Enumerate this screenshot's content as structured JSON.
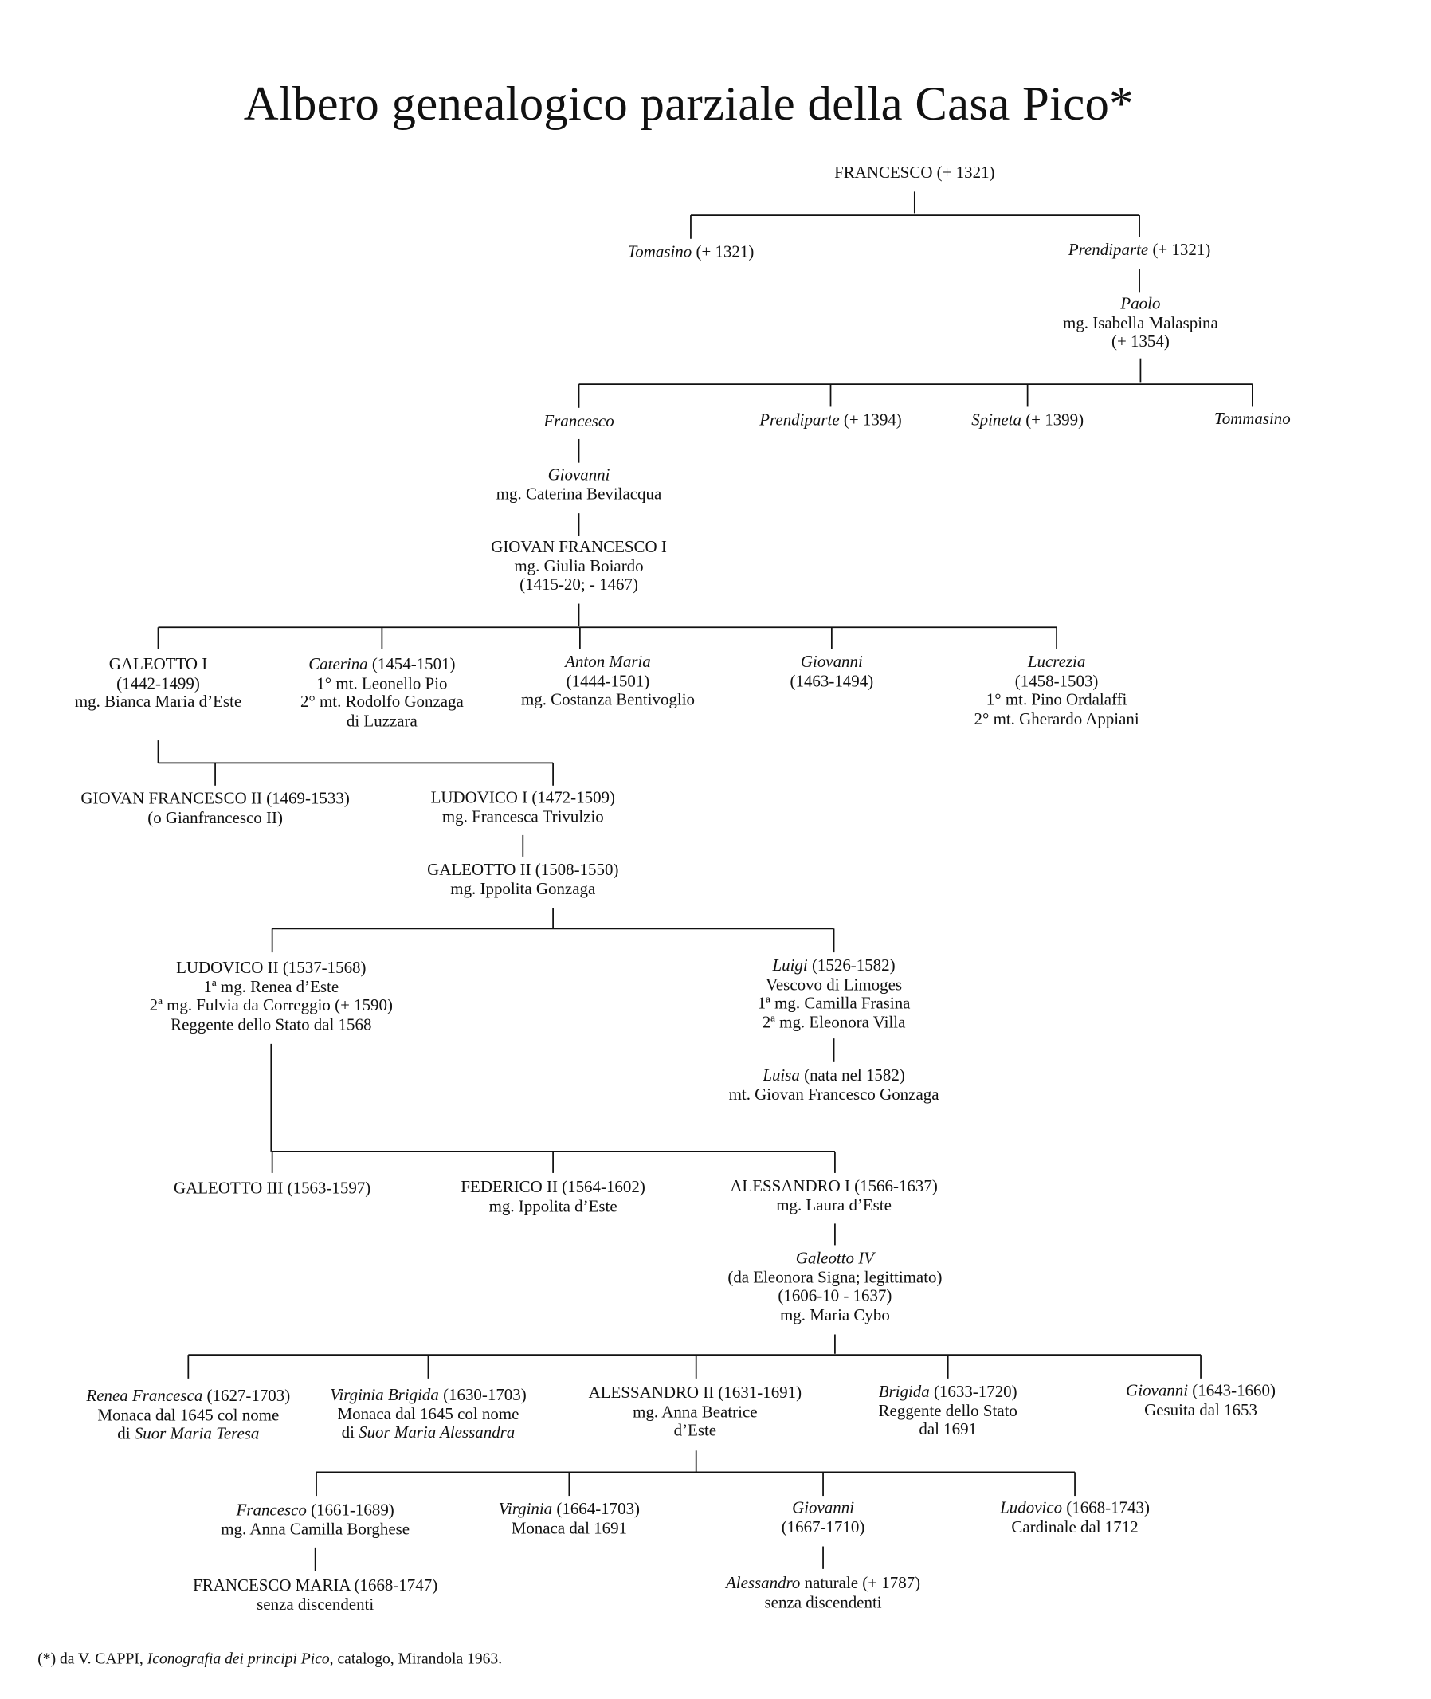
{
  "title": "Albero genealogico parziale della Casa Pico*",
  "footnote": {
    "pre": "(*) da V. CAPPI, ",
    "italic": "Iconografia dei principi Pico",
    "post": ", catalogo, Mirandola 1963."
  },
  "nodes": [
    {
      "id": "francesco-1321",
      "lines": [
        [
          [
            "",
            "FRANCESCO (+ 1321)"
          ]
        ]
      ]
    },
    {
      "id": "tomasino",
      "lines": [
        [
          [
            "i",
            "Tomasino"
          ],
          [
            "",
            "(+ 1321)"
          ]
        ]
      ]
    },
    {
      "id": "prendiparte-1321",
      "lines": [
        [
          [
            "i",
            "Prendiparte"
          ],
          [
            "",
            "(+ 1321)"
          ]
        ]
      ]
    },
    {
      "id": "paolo",
      "lines": [
        [
          [
            "i",
            "Paolo"
          ]
        ],
        [
          [
            "",
            "mg. Isabella Malaspina"
          ]
        ],
        [
          [
            "",
            "(+ 1354)"
          ]
        ]
      ]
    },
    {
      "id": "francesco",
      "lines": [
        [
          [
            "i",
            "Francesco"
          ]
        ]
      ]
    },
    {
      "id": "prendiparte-1394",
      "lines": [
        [
          [
            "i",
            "Prendiparte"
          ],
          [
            "",
            "(+ 1394)"
          ]
        ]
      ]
    },
    {
      "id": "spineta",
      "lines": [
        [
          [
            "i",
            "Spineta"
          ],
          [
            "",
            "(+ 1399)"
          ]
        ]
      ]
    },
    {
      "id": "tommasino",
      "lines": [
        [
          [
            "i",
            "Tommasino"
          ]
        ]
      ]
    },
    {
      "id": "giovanni-bevilacqua",
      "lines": [
        [
          [
            "i",
            "Giovanni"
          ]
        ],
        [
          [
            "",
            "mg. Caterina Bevilacqua"
          ]
        ]
      ]
    },
    {
      "id": "giovan-francesco-i",
      "lines": [
        [
          [
            "",
            "GIOVAN FRANCESCO I"
          ]
        ],
        [
          [
            "",
            "mg. Giulia Boiardo"
          ]
        ],
        [
          [
            "",
            "(1415-20; - 1467)"
          ]
        ]
      ]
    },
    {
      "id": "galeotto-i",
      "lines": [
        [
          [
            "",
            "GALEOTTO I"
          ]
        ],
        [
          [
            "",
            "(1442-1499)"
          ]
        ],
        [
          [
            "",
            "mg. Bianca Maria d’Este"
          ]
        ]
      ]
    },
    {
      "id": "caterina",
      "lines": [
        [
          [
            "i",
            "Caterina"
          ],
          [
            "",
            "(1454-1501)"
          ]
        ],
        [
          [
            "",
            "1° mt. Leonello Pio"
          ]
        ],
        [
          [
            "",
            "2° mt. Rodolfo Gonzaga"
          ]
        ],
        [
          [
            "",
            "di Luzzara"
          ]
        ]
      ]
    },
    {
      "id": "anton-maria",
      "lines": [
        [
          [
            "i",
            "Anton Maria"
          ]
        ],
        [
          [
            "",
            "(1444-1501)"
          ]
        ],
        [
          [
            "",
            "mg. Costanza Bentivoglio"
          ]
        ]
      ]
    },
    {
      "id": "giovanni-1463",
      "lines": [
        [
          [
            "i",
            "Giovanni"
          ]
        ],
        [
          [
            "",
            "(1463-1494)"
          ]
        ]
      ]
    },
    {
      "id": "lucrezia",
      "lines": [
        [
          [
            "i",
            "Lucrezia"
          ]
        ],
        [
          [
            "",
            "(1458-1503)"
          ]
        ],
        [
          [
            "",
            "1° mt. Pino Ordalaffi"
          ]
        ],
        [
          [
            "",
            "2° mt. Gherardo Appiani"
          ]
        ]
      ]
    },
    {
      "id": "giovan-francesco-ii",
      "lines": [
        [
          [
            "",
            "GIOVAN FRANCESCO II (1469-1533)"
          ]
        ],
        [
          [
            "",
            "(o Gianfrancesco II)"
          ]
        ]
      ]
    },
    {
      "id": "ludovico-i",
      "lines": [
        [
          [
            "",
            "LUDOVICO I (1472-1509)"
          ]
        ],
        [
          [
            "",
            "mg. Francesca Trivulzio"
          ]
        ]
      ]
    },
    {
      "id": "galeotto-ii",
      "lines": [
        [
          [
            "",
            "GALEOTTO II (1508-1550)"
          ]
        ],
        [
          [
            "",
            "mg. Ippolita Gonzaga"
          ]
        ]
      ]
    },
    {
      "id": "ludovico-ii",
      "lines": [
        [
          [
            "",
            "LUDOVICO II (1537-1568)"
          ]
        ],
        [
          [
            "",
            "1ª mg. Renea d’Este"
          ]
        ],
        [
          [
            "",
            "2ª mg. Fulvia da Correggio (+ 1590)"
          ]
        ],
        [
          [
            "",
            "Reggente dello Stato dal 1568"
          ]
        ]
      ]
    },
    {
      "id": "luigi",
      "lines": [
        [
          [
            "i",
            "Luigi"
          ],
          [
            "",
            "(1526-1582)"
          ]
        ],
        [
          [
            "",
            "Vescovo di Limoges"
          ]
        ],
        [
          [
            "",
            "1ª mg. Camilla Frasina"
          ]
        ],
        [
          [
            "",
            "2ª mg. Eleonora Villa"
          ]
        ]
      ]
    },
    {
      "id": "luisa",
      "lines": [
        [
          [
            "i",
            "Luisa"
          ],
          [
            "",
            "(nata nel 1582)"
          ]
        ],
        [
          [
            "",
            "mt. Giovan Francesco Gonzaga"
          ]
        ]
      ]
    },
    {
      "id": "galeotto-iii",
      "lines": [
        [
          [
            "",
            "GALEOTTO III (1563-1597)"
          ]
        ]
      ]
    },
    {
      "id": "federico-ii",
      "lines": [
        [
          [
            "",
            "FEDERICO II (1564-1602)"
          ]
        ],
        [
          [
            "",
            "mg. Ippolita d’Este"
          ]
        ]
      ]
    },
    {
      "id": "alessandro-i",
      "lines": [
        [
          [
            "",
            "ALESSANDRO I (1566-1637)"
          ]
        ],
        [
          [
            "",
            "mg. Laura d’Este"
          ]
        ]
      ]
    },
    {
      "id": "galeotto-iv",
      "lines": [
        [
          [
            "i",
            "Galeotto IV"
          ]
        ],
        [
          [
            "",
            "(da Eleonora Signa; legittimato)"
          ]
        ],
        [
          [
            "",
            "(1606-10 - 1637)"
          ]
        ],
        [
          [
            "",
            "mg. Maria Cybo"
          ]
        ]
      ]
    },
    {
      "id": "renea-francesca",
      "lines": [
        [
          [
            "i",
            "Renea Francesca"
          ],
          [
            "",
            "(1627-1703)"
          ]
        ],
        [
          [
            "",
            "Monaca dal 1645 col nome"
          ]
        ],
        [
          [
            "",
            "di"
          ],
          [
            "i",
            "Suor Maria Teresa"
          ]
        ]
      ]
    },
    {
      "id": "virginia-brigida",
      "lines": [
        [
          [
            "i",
            "Virginia Brigida"
          ],
          [
            "",
            "(1630-1703)"
          ]
        ],
        [
          [
            "",
            "Monaca dal 1645 col nome"
          ]
        ],
        [
          [
            "",
            "di"
          ],
          [
            "i",
            "Suor Maria Alessandra"
          ]
        ]
      ]
    },
    {
      "id": "alessandro-ii",
      "lines": [
        [
          [
            "",
            "ALESSANDRO II (1631-1691)"
          ]
        ],
        [
          [
            "",
            "mg. Anna Beatrice"
          ]
        ],
        [
          [
            "",
            "d’Este"
          ]
        ]
      ]
    },
    {
      "id": "brigida",
      "lines": [
        [
          [
            "i",
            "Brigida"
          ],
          [
            "",
            "(1633-1720)"
          ]
        ],
        [
          [
            "",
            "Reggente dello Stato"
          ]
        ],
        [
          [
            "",
            "dal 1691"
          ]
        ]
      ]
    },
    {
      "id": "giovanni-1643",
      "lines": [
        [
          [
            "i",
            "Giovanni"
          ],
          [
            "",
            "(1643-1660)"
          ]
        ],
        [
          [
            "",
            "Gesuita dal 1653"
          ]
        ]
      ]
    },
    {
      "id": "francesco-1661",
      "lines": [
        [
          [
            "i",
            "Francesco"
          ],
          [
            "",
            "(1661-1689)"
          ]
        ],
        [
          [
            "",
            "mg. Anna Camilla Borghese"
          ]
        ]
      ]
    },
    {
      "id": "virginia-1664",
      "lines": [
        [
          [
            "i",
            "Virginia"
          ],
          [
            "",
            "(1664-1703)"
          ]
        ],
        [
          [
            "",
            "Monaca dal 1691"
          ]
        ]
      ]
    },
    {
      "id": "giovanni-1667",
      "lines": [
        [
          [
            "i",
            "Giovanni"
          ]
        ],
        [
          [
            "",
            "(1667-1710)"
          ]
        ]
      ]
    },
    {
      "id": "ludovico-1668",
      "lines": [
        [
          [
            "i",
            "Ludovico"
          ],
          [
            "",
            "(1668-1743)"
          ]
        ],
        [
          [
            "",
            "Cardinale dal 1712"
          ]
        ]
      ]
    },
    {
      "id": "francesco-maria",
      "lines": [
        [
          [
            "",
            "FRANCESCO MARIA (1668-1747)"
          ]
        ],
        [
          [
            "",
            "senza discendenti"
          ]
        ]
      ]
    },
    {
      "id": "alessandro-naturale",
      "lines": [
        [
          [
            "i",
            "Alessandro"
          ],
          [
            "",
            "naturale (+ 1787)"
          ]
        ],
        [
          [
            "",
            "senza discendenti"
          ]
        ]
      ]
    }
  ]
}
